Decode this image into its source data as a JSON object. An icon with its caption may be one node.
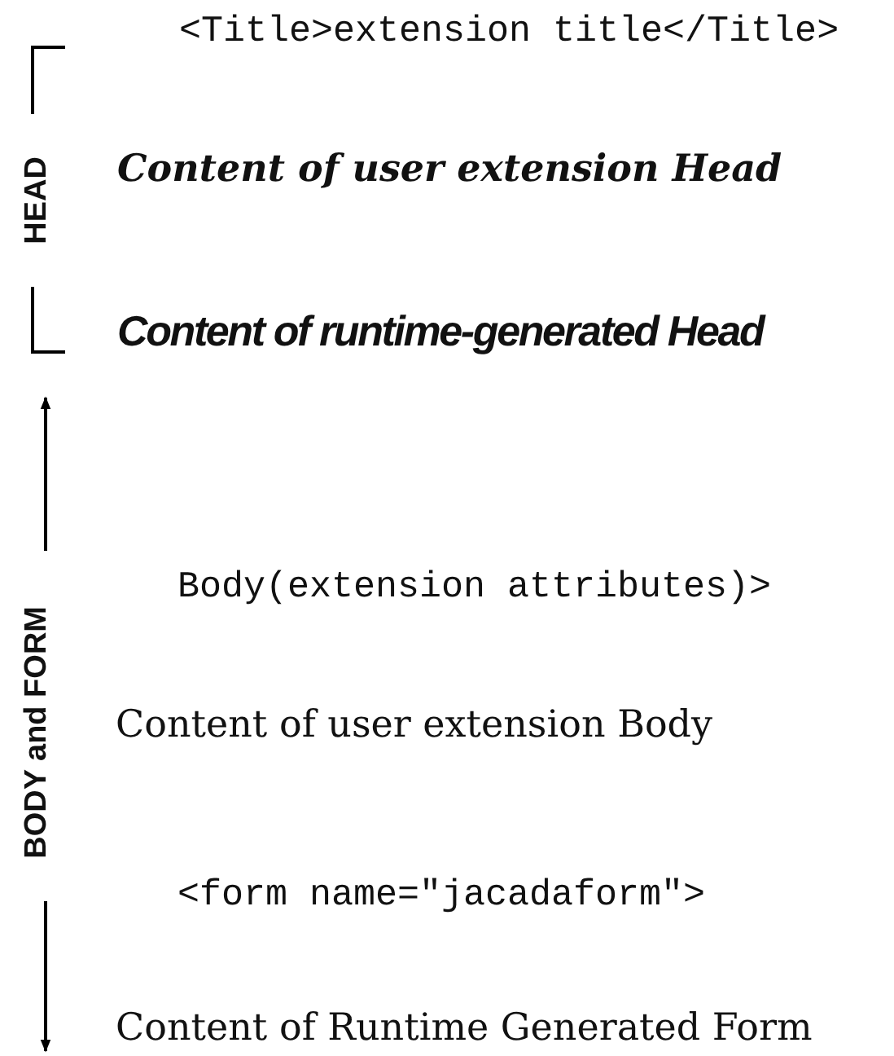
{
  "diagram": {
    "labels": [
      "<Title>extension title</Title>",
      "HEAD",
      "Content of user extension Head",
      "Content of runtime-generated Head",
      "BODY and FORM",
      "Body(extension attributes)>",
      "Content of user extension Body",
      "<form name=″jacadaform″>",
      "Content of Runtime Generated Form"
    ]
  }
}
